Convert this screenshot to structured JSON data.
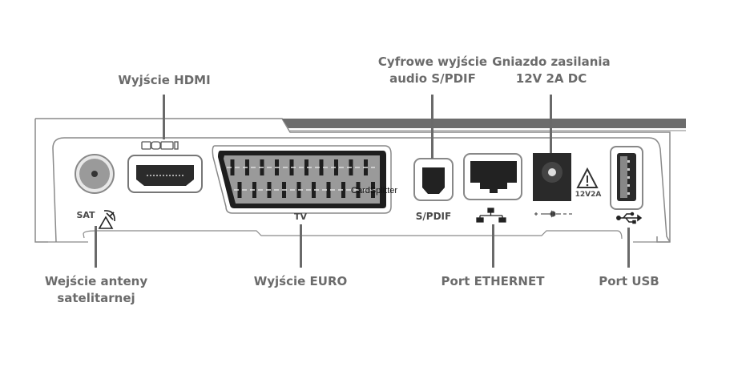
{
  "diagram": {
    "title": "Rear panel connectors",
    "callouts_top": {
      "hdmi": "Wyjście HDMI",
      "spdif_line1": "Cyfrowe wyjście",
      "spdif_line2": "audio S/PDIF",
      "power_line1": "Gniazdo zasilania",
      "power_line2": "12V 2A DC"
    },
    "callouts_bottom": {
      "sat_line1": "Wejście anteny",
      "sat_line2": "satelitarnej",
      "euro": "Wyjście EURO",
      "ethernet": "Port ETHERNET",
      "usb": "Port USB"
    },
    "panel_marks": {
      "hdmi_logo": "HDMI",
      "sat": "SAT",
      "tv": "TV",
      "spdif": "S/PDIF",
      "power_rating": "12V2A"
    },
    "overlay_text": "CardSplitter",
    "icons": {
      "sat": "satellite-dish-icon",
      "ethernet": "network-icon",
      "usb": "usb-icon",
      "warning": "warning-triangle-icon",
      "polarity": "dc-polarity-icon"
    }
  }
}
